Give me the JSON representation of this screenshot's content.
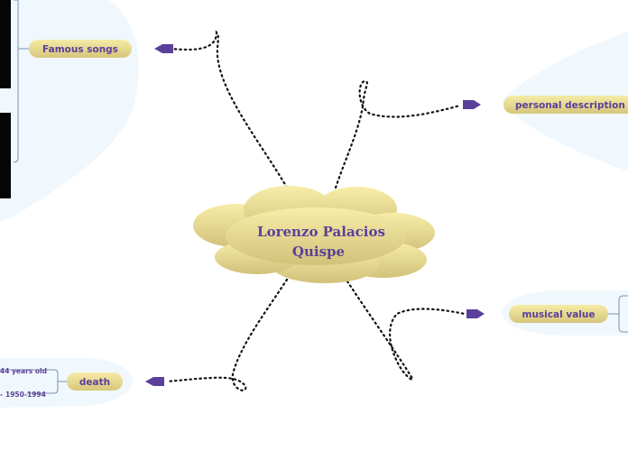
{
  "central_topic": {
    "line1": "Lorenzo Palacios",
    "line2": "Quispe"
  },
  "branches": {
    "famous_songs": {
      "label": "Famous songs"
    },
    "personal_description": {
      "label": "personal description"
    },
    "musical_value": {
      "label": "musical value"
    },
    "death": {
      "label": "death",
      "details": [
        "44 years old",
        "1950-1994"
      ]
    }
  },
  "colors": {
    "bubble_fill": "#f0f8fd",
    "topic_fill_top": "#f6eba6",
    "topic_fill_bottom": "#d6c67a",
    "text": "#5b3f9b",
    "arrow": "#5b3f9b",
    "connector": "#7a8fb0",
    "dotted_line": "#111111",
    "image_block": "#050505"
  }
}
